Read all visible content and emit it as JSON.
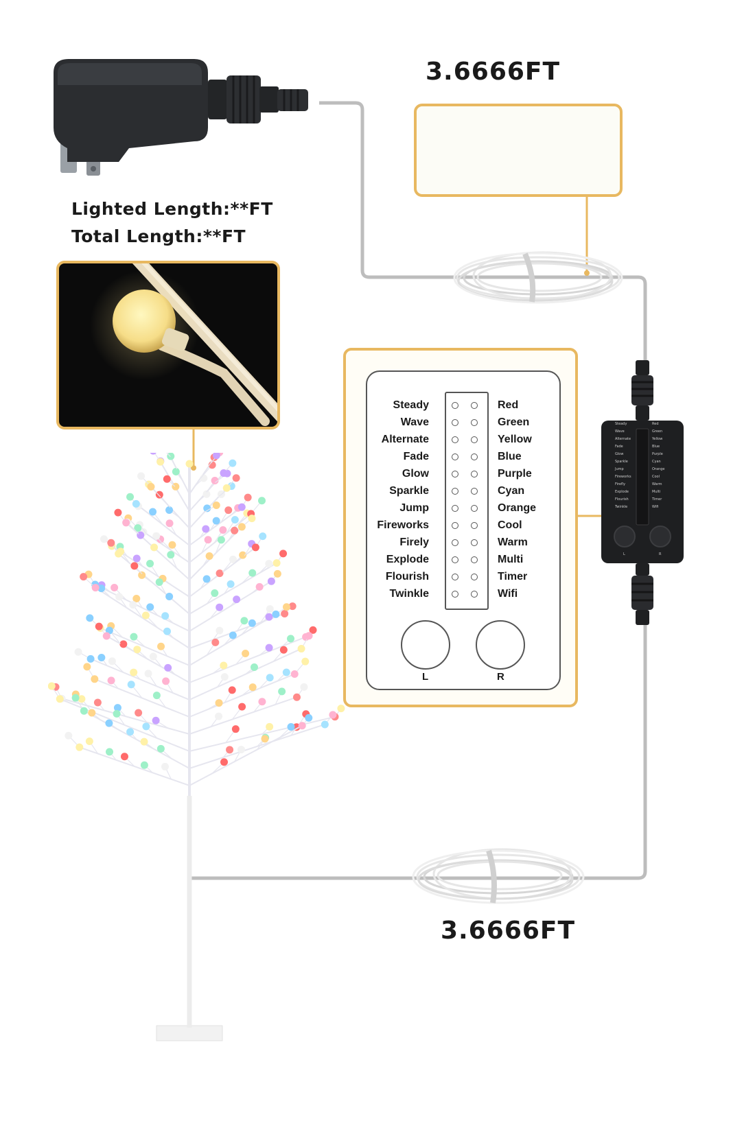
{
  "top_length": "3.6666FT",
  "bottom_length": "3.6666FT",
  "lighted_length": "Lighted Length:**FT",
  "total_length": "Total Length:**FT",
  "remote": {
    "modes": [
      "Steady",
      "Wave",
      "Alternate",
      "Fade",
      "Glow",
      "Sparkle",
      "Jump",
      "Fireworks",
      "Firely",
      "Explode",
      "Flourish",
      "Twinkle"
    ],
    "colors": [
      "Red",
      "Green",
      "Yellow",
      "Blue",
      "Purple",
      "Cyan",
      "Orange",
      "Cool",
      "Warm",
      "Multi",
      "Timer",
      "Wifi"
    ],
    "knob_left": "L",
    "knob_right": "R"
  },
  "controller": {
    "modes": [
      "Steady",
      "Wave",
      "Alternate",
      "Fade",
      "Glow",
      "Sparkle",
      "Jump",
      "Fireworks",
      "Firefly",
      "Explode",
      "Flourish",
      "Twinkle"
    ],
    "colors": [
      "Red",
      "Green",
      "Yellow",
      "Blue",
      "Purple",
      "Cyan",
      "Orange",
      "Cool",
      "Warm",
      "Multi",
      "Timer",
      "Wifi"
    ],
    "knob_left": "L",
    "knob_right": "R"
  },
  "colors": {
    "callout_border": "#e8b860",
    "wire": "#bdbdbd",
    "adapter": "#2b2d30",
    "controller": "#1e1f21",
    "bulb_warm": "#fff2a8"
  }
}
